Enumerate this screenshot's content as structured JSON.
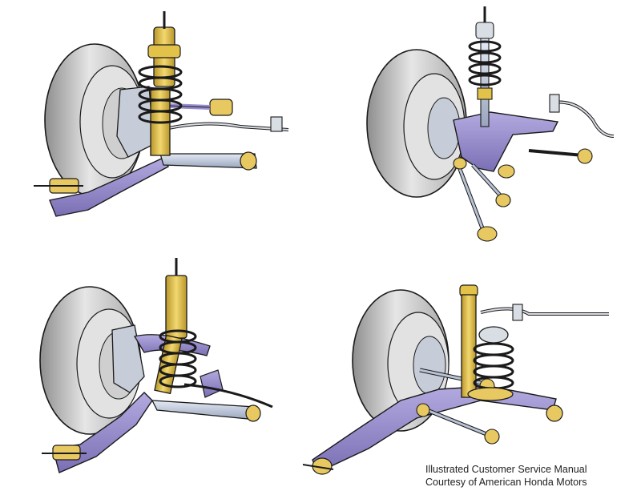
{
  "caption": {
    "line1": "Illustrated Customer Service Manual",
    "line2": "Courtesy of American Honda Motors"
  },
  "colors": {
    "tire": "#d8d8d8",
    "tire_shade": "#9a9a9a",
    "outline": "#1a1a1a",
    "strut": "#e3c24a",
    "strut_dark": "#b8962a",
    "arm": "#9b8fd0",
    "arm_dark": "#6f63a8",
    "spring": "#c9c9c9",
    "metal": "#b9c3d6",
    "bushing": "#e8c860"
  },
  "diagrams": [
    {
      "name": "macpherson-strut-suspension-illustration"
    },
    {
      "name": "double-wishbone-suspension-illustration"
    },
    {
      "name": "rear-strut-suspension-illustration"
    },
    {
      "name": "multilink-rear-suspension-illustration"
    }
  ]
}
